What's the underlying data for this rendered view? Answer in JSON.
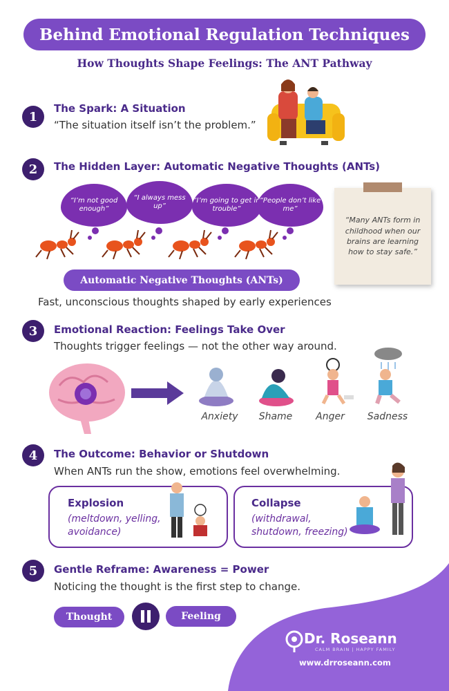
{
  "title": "Behind Emotional Regulation Techniques",
  "subtitle": "How Thoughts Shape Feelings: The ANT Pathway",
  "steps": [
    {
      "num": "1",
      "heading": "The Spark: A Situation",
      "text": "“The situation itself isn’t the problem.”"
    },
    {
      "num": "2",
      "heading": "The Hidden Layer: Automatic Negative Thoughts (ANTs)",
      "text": "Fast, unconscious thoughts shaped by early experiences"
    },
    {
      "num": "3",
      "heading": "Emotional Reaction: Feelings Take Over",
      "text": "Thoughts trigger feelings — not the other way around."
    },
    {
      "num": "4",
      "heading": "The Outcome: Behavior or Shutdown",
      "text": "When ANTs run the show, emotions feel overwhelming."
    },
    {
      "num": "5",
      "heading": "Gentle Reframe: Awareness = Power",
      "text": "Noticing the thought is the first step to change."
    }
  ],
  "clouds": [
    "“I’m not good enough”",
    "“I always mess up”",
    "“I’m going to get in trouble”",
    "“People don’t like me”"
  ],
  "ants_label": "Automatic Negative Thoughts (ANTs)",
  "note": "“Many ANTs form in childhood when our brains are learning how to stay safe.”",
  "emotions": [
    "Anxiety",
    "Shame",
    "Anger",
    "Sadness"
  ],
  "outcomes": [
    {
      "title": "Explosion",
      "sub": "(meltdown, yelling, avoidance)"
    },
    {
      "title": "Collapse",
      "sub": "(withdrawal, shutdown, freezing)"
    }
  ],
  "reframe": {
    "left": "Thought",
    "right": "Feeling"
  },
  "footer": {
    "brand": "Dr. Roseann",
    "tagline": "CALM BRAIN | HAPPY FAMILY",
    "url": "www.drroseann.com"
  },
  "colors": {
    "purple": "#7b4bc4",
    "dark_purple": "#3d1f6e",
    "cloud": "#7b2fb0",
    "ant": "#e8531d"
  }
}
